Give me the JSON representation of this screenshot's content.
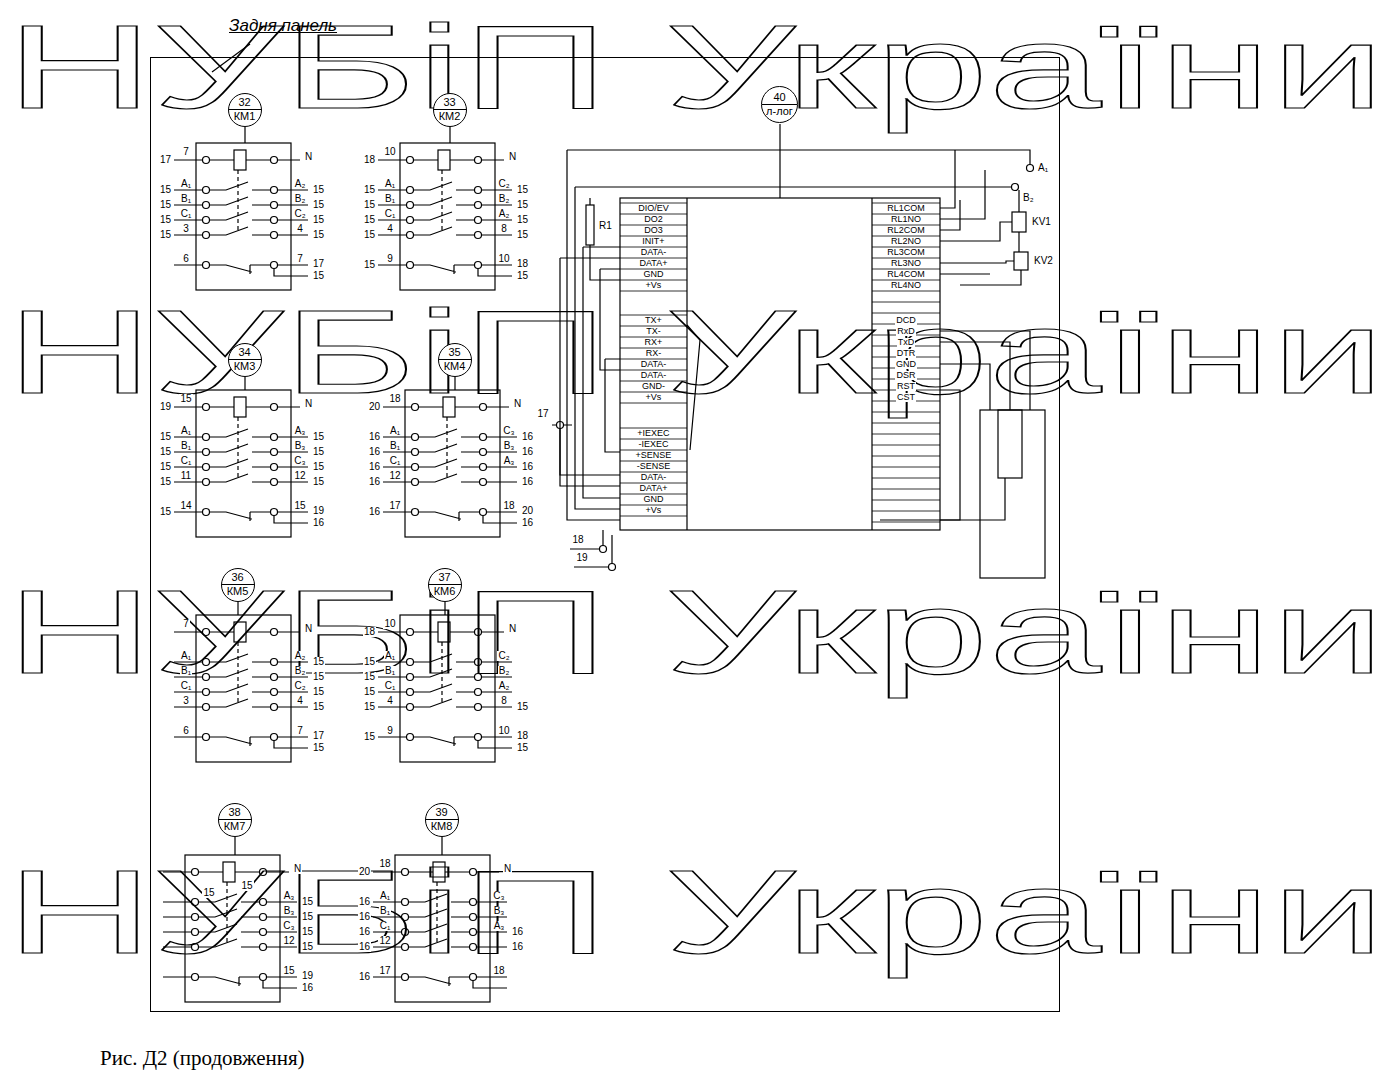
{
  "diagram": {
    "caption": "Рис. Д2 (продовження)",
    "nodes": [
      {
        "text": [
          "Задня панель"
        ]
      },
      {
        "text": [
          "32",
          "КМ1"
        ],
        "in": 0
      },
      {
        "text": [
          "33",
          "КМ2"
        ],
        "in": 0
      },
      {
        "text": [
          "40",
          "л-лог"
        ],
        "in": 0
      },
      {
        "text": [
          "34",
          "КМ3"
        ],
        "in": 0
      },
      {
        "text": [
          "35",
          "КМ4"
        ],
        "in": 0
      },
      {
        "text": [
          "36",
          "КМ5"
        ],
        "in": 0
      },
      {
        "text": [
          "37",
          "КМ6"
        ],
        "in": 0
      },
      {
        "text": [
          "38",
          "КМ7"
        ],
        "in": 0
      },
      {
        "text": [
          "39",
          "КМ8"
        ],
        "in": 0
      }
    ],
    "labels": [
      "НУБіП України",
      "НУБіП України",
      "НУБіП України",
      "НУБіП України",
      "17",
      "7",
      "N",
      "15",
      "A₁",
      "A₂",
      "15",
      "15",
      "B₁",
      "B₂",
      "15",
      "15",
      "C₁",
      "C₂",
      "15",
      "15",
      "3",
      "4",
      "15",
      "6",
      "7",
      "17",
      "15",
      "18",
      "10",
      "N",
      "15",
      "A₁",
      "C₂",
      "15",
      "15",
      "B₁",
      "B₂",
      "15",
      "15",
      "C₁",
      "A₂",
      "15",
      "15",
      "4",
      "8",
      "15",
      "15",
      "9",
      "10",
      "18",
      "15",
      "19",
      "15",
      "N",
      "15",
      "A₁",
      "A₃",
      "15",
      "15",
      "B₁",
      "B₃",
      "15",
      "15",
      "C₁",
      "C₃",
      "15",
      "15",
      "11",
      "12",
      "15",
      "15",
      "14",
      "15",
      "19",
      "16",
      "20",
      "18",
      "N",
      "16",
      "A₁",
      "C₃",
      "16",
      "16",
      "B₁",
      "B₃",
      "16",
      "16",
      "C₁",
      "A₃",
      "16",
      "16",
      "12",
      "16",
      "16",
      "17",
      "18",
      "20",
      "16",
      "7",
      "N",
      "A₁",
      "A₂",
      "15",
      "B₁",
      "B₂",
      "15",
      "C₁",
      "C₂",
      "15",
      "3",
      "4",
      "15",
      "6",
      "7",
      "17",
      "15",
      "18",
      "10",
      "N",
      "15",
      "A₁",
      "C₂",
      "15",
      "B₁",
      "B₂",
      "15",
      "C₁",
      "A₂",
      "15",
      "4",
      "8",
      "15",
      "15",
      "9",
      "10",
      "18",
      "15",
      "15",
      "15",
      "N",
      "A₃",
      "15",
      "B₃",
      "15",
      "C₃",
      "15",
      "12",
      "15",
      "15",
      "19",
      "16",
      "20",
      "18",
      "N",
      "16",
      "A₁",
      "C₃",
      "16",
      "B₁",
      "B₃",
      "16",
      "C₁",
      "A₃",
      "16",
      "16",
      "12",
      "16",
      "16",
      "17",
      "18",
      "DIO/EV",
      "DO2",
      "DO3",
      "INIT+",
      "DATA-",
      "DATA+",
      "GND",
      "+Vs",
      "TX+",
      "TX-",
      "RX+",
      "RX-",
      "DATA-",
      "DATA-",
      "GND-",
      "+Vs",
      "+IEXEC",
      "-IEXEC",
      "+SENSE",
      "-SENSE",
      "DATA-",
      "DATA+",
      "GND",
      "+Vs",
      "RL1COM",
      "RL1NO",
      "RL2COM",
      "RL2NO",
      "RL3COM",
      "RL3NO",
      "RL4COM",
      "RL4NO",
      "DCD",
      "RxD",
      "TxD",
      "DTR",
      "GND",
      "DSR",
      "RST",
      "CST",
      "R1",
      "KV1",
      "KV2",
      "A₁",
      "B₂",
      "17",
      "18",
      "19"
    ]
  }
}
